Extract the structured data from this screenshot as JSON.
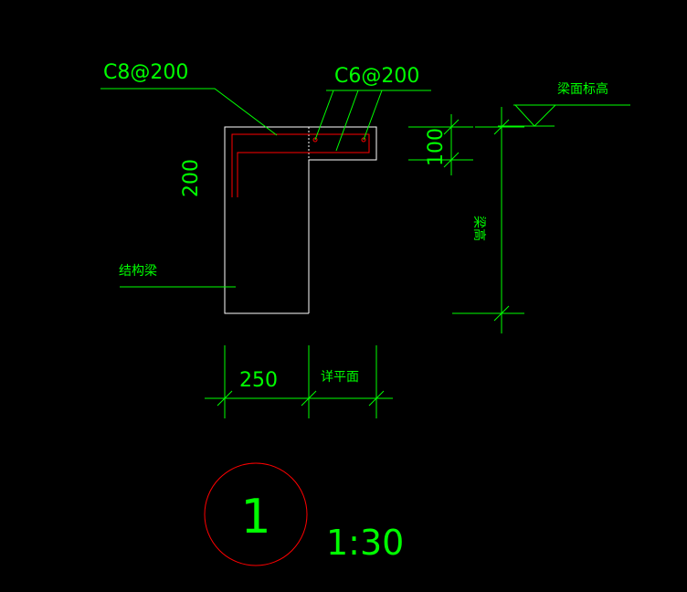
{
  "labels": {
    "stirrup": "C8@200",
    "distribution": "C6@200",
    "beam_top": "梁面标高",
    "structural_beam": "结构梁",
    "dim_height": "200",
    "dim_top": "100",
    "dim_side": "梁高",
    "dim_width": "250",
    "see_plan": "详平面",
    "detail_no": "1",
    "scale": "1:30"
  },
  "colors": {
    "background": "#000000",
    "annotation": "#00ff00",
    "outline": "#ffffff",
    "rebar": "#ff0000"
  }
}
